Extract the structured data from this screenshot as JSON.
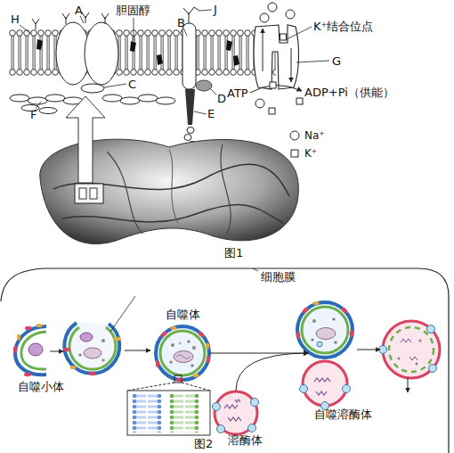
{
  "diagram": {
    "nodes": [
      {
        "text": [
          "细胞膜"
        ]
      },
      {
        "text": [
          "自噬小体"
        ],
        "in": 0
      },
      {
        "text": [
          "自噬体"
        ],
        "in": 0
      },
      {
        "text": [
          "溶酶体"
        ],
        "in": 0
      },
      {
        "text": [
          "自噬溶酶体"
        ],
        "in": 0
      }
    ],
    "edges": [
      {
        "from": 2,
        "to": 4,
        "arrow": "to"
      },
      {
        "from": 3,
        "to": 4,
        "arrow": "to"
      }
    ],
    "labels": [
      "H",
      "A",
      "胆固醇",
      "B",
      "J",
      "K⁺结合位点",
      "G",
      "C",
      "ATP",
      "ADP+Pi（供能）",
      "D",
      "E",
      "F",
      "图1",
      "图2"
    ],
    "legend": [
      {
        "text": "Na⁺"
      },
      {
        "text": "K⁺"
      }
    ]
  }
}
